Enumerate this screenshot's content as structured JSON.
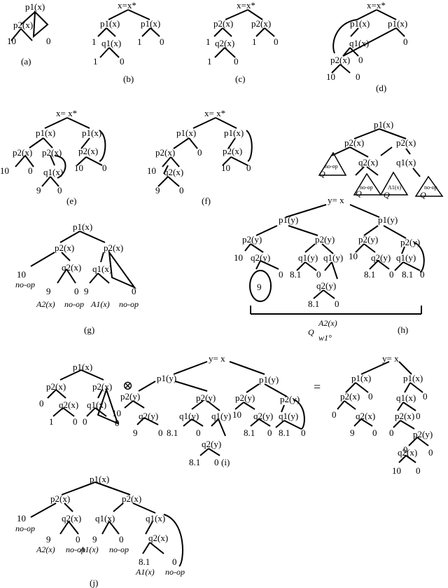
{
  "labels": {
    "p1x": "p1(x)",
    "p2x": "p2(x)",
    "q1x": "q1(x)",
    "q2x": "q2(x)",
    "p1y": "p1(y)",
    "p2y": "p2(y)",
    "q1y": "q1(y)",
    "q2y": "q2(y)",
    "xeqxstar": "x=x*",
    "xeqxstar2": "x= x*",
    "yeqx": "y= x",
    "noop": "no-op",
    "A1x": "A1(x)",
    "A2x": "A2(x)",
    "Q": "Q",
    "Qbig": "Q",
    "Qsub": "w1°",
    "Qsup": "A2(x)",
    "otimes": "⊗",
    "equals": "="
  },
  "values": {
    "v10": "10",
    "v0": "0",
    "v1": "1",
    "v9": "9",
    "v81": "8.1"
  },
  "captions": {
    "a": "(a)",
    "b": "(b)",
    "c": "(c)",
    "d": "(d)",
    "e": "(e)",
    "f": "(f)",
    "g": "(g)",
    "h": "(h)",
    "i": "(i)",
    "j": "(j)"
  }
}
